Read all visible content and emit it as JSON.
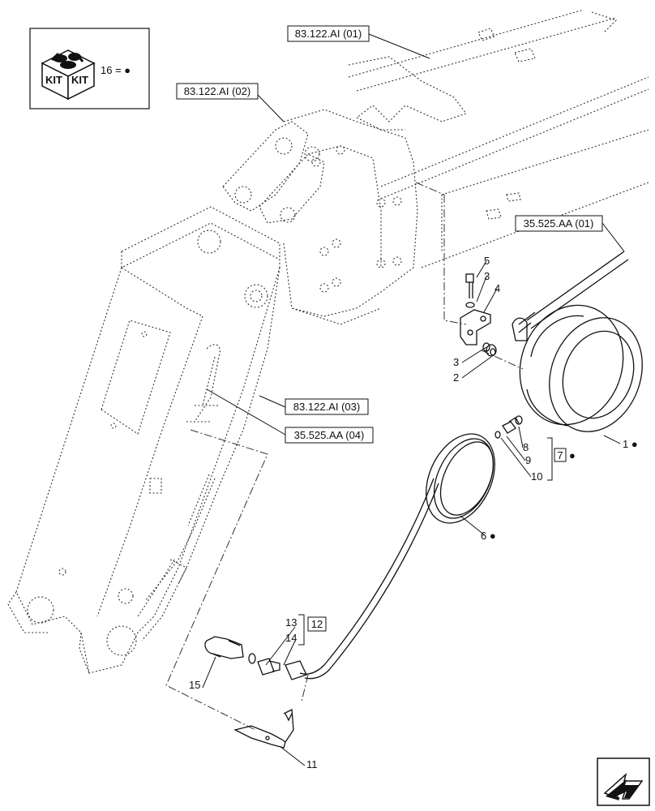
{
  "kit_legend": {
    "kit_text_1": "KIT",
    "kit_text_2": "KIT",
    "text": "16 = ●"
  },
  "reference_labels": [
    {
      "id": "ref-83122ai-01",
      "text": "83.122.AI (01)"
    },
    {
      "id": "ref-83122ai-02",
      "text": "83.122.AI (02)"
    },
    {
      "id": "ref-35525aa-01",
      "text": "35.525.AA (01)"
    },
    {
      "id": "ref-83122ai-03",
      "text": "83.122.AI (03)"
    },
    {
      "id": "ref-35525aa-04",
      "text": "35.525.AA (04)"
    }
  ],
  "callouts": {
    "c5": "5",
    "c3a": "3",
    "c4": "4",
    "c3b": "3",
    "c2": "2",
    "c1": "1 ●",
    "c8": "8",
    "c9": "9",
    "c10": "10",
    "c7": "7",
    "c7_dot": "●",
    "c6": "6 ●",
    "c13": "13",
    "c14": "14",
    "c12": "12",
    "c15": "15",
    "c11": "11"
  },
  "nav_icon": "next-page-arrow-icon"
}
